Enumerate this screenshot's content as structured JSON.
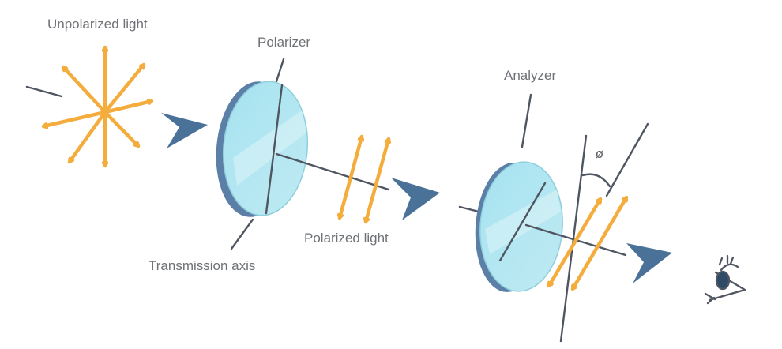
{
  "labels": {
    "unpolarized_light": "Unpolarized light",
    "polarizer": "Polarizer",
    "polarized_light": "Polarized light",
    "transmission_axis": "Transmission axis",
    "analyzer": "Analyzer",
    "angle_symbol": "ø"
  },
  "colors": {
    "light_vectors": "#f4ad3d",
    "direction_arrows": "#4a7299",
    "lens_face": "#a9e3ef",
    "lens_rim": "#5b7fa6",
    "lines": "#4f5661"
  },
  "icons": {
    "eye": "eye-icon"
  }
}
